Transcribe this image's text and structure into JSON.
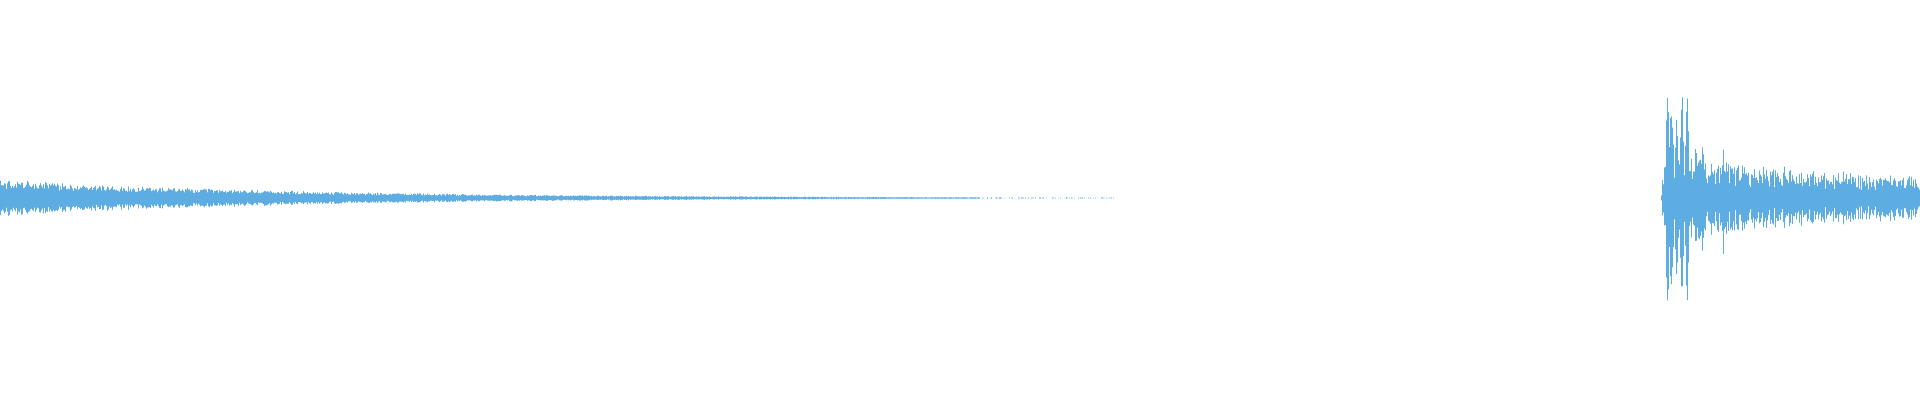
{
  "waveform": {
    "color": "#5dade2",
    "background": "#ffffff",
    "segments": [
      {
        "name": "decaying-tail",
        "start": 0.0,
        "end": 0.58,
        "peak_amplitude": 0.1,
        "decay": "exponential"
      },
      {
        "name": "silence",
        "start": 0.58,
        "end": 0.865,
        "peak_amplitude": 0.0
      },
      {
        "name": "percussive-burst",
        "start": 0.865,
        "end": 1.0,
        "peak_amplitude": 0.78,
        "decay": "transient-peaks"
      }
    ]
  }
}
